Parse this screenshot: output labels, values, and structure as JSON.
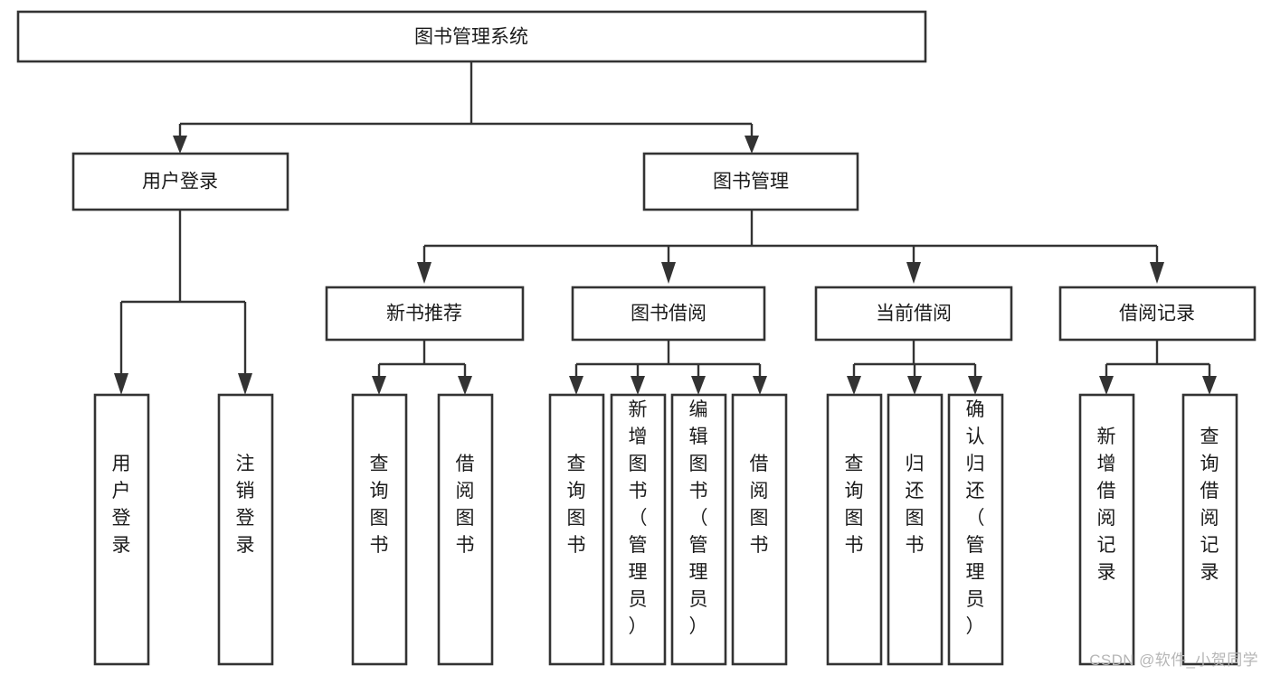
{
  "diagram": {
    "type": "tree-hierarchy",
    "title": "图书管理系统",
    "orientation": "top-down",
    "colors": {
      "box_stroke": "#333333",
      "box_fill": "#ffffff",
      "connector": "#333333",
      "text": "#1b1b1b",
      "watermark": "#b6b6b6",
      "background": "#ffffff"
    },
    "root": {
      "label": "图书管理系统"
    },
    "level1": [
      {
        "label": "用户登录"
      },
      {
        "label": "图书管理"
      }
    ],
    "level2": [
      {
        "label": "新书推荐"
      },
      {
        "label": "图书借阅"
      },
      {
        "label": "当前借阅"
      },
      {
        "label": "借阅记录"
      }
    ],
    "leaves": {
      "user_login": [
        {
          "label": "用户登录"
        },
        {
          "label": "注销登录"
        }
      ],
      "new_book_recommend": [
        {
          "label": "查询图书"
        },
        {
          "label": "借阅图书"
        }
      ],
      "book_borrow": [
        {
          "label": "查询图书"
        },
        {
          "label": "新增图书（管理员）"
        },
        {
          "label": "编辑图书（管理员）"
        },
        {
          "label": "借阅图书"
        }
      ],
      "current_borrow": [
        {
          "label": "查询图书"
        },
        {
          "label": "归还图书"
        },
        {
          "label": "确认归还（管理员）"
        }
      ],
      "borrow_record": [
        {
          "label": "新增借阅记录"
        },
        {
          "label": "查询借阅记录"
        }
      ]
    }
  },
  "watermark": {
    "text": "CSDN @软件_小贺同学"
  }
}
